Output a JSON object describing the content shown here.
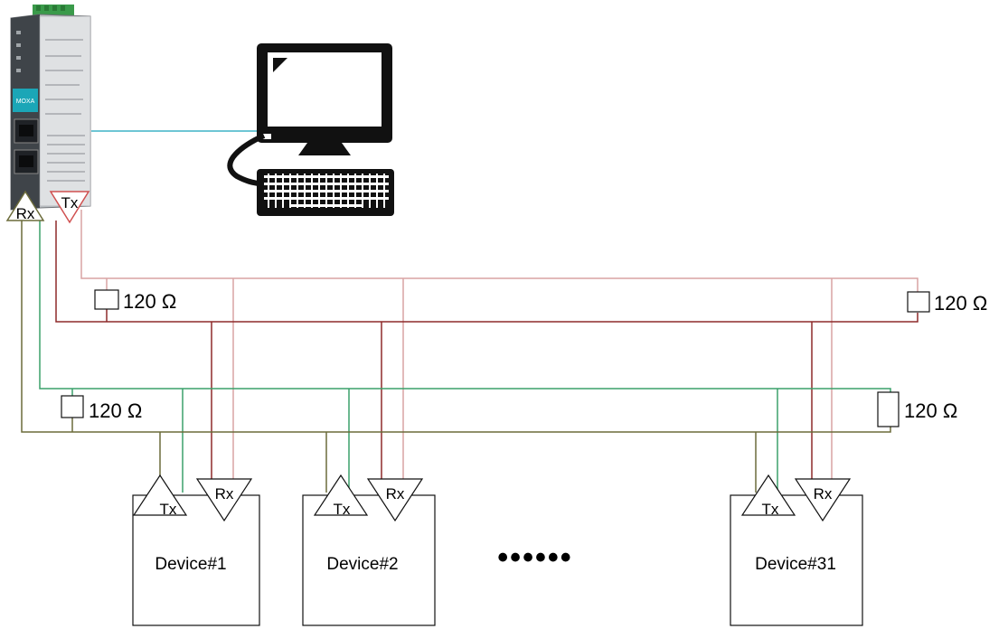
{
  "converter": {
    "brand": "MOXA",
    "tx_label": "Tx",
    "rx_label": "Rx"
  },
  "computer": {
    "icon": "desktop-computer-icon"
  },
  "terminators": [
    {
      "label": "120 Ω"
    },
    {
      "label": "120 Ω"
    },
    {
      "label": "120 Ω"
    },
    {
      "label": "120 Ω"
    }
  ],
  "devices": [
    {
      "name": "Device#1",
      "tx_label": "Tx",
      "rx_label": "Rx"
    },
    {
      "name": "Device#2",
      "tx_label": "Tx",
      "rx_label": "Rx"
    },
    {
      "name": "Device#31",
      "tx_label": "Tx",
      "rx_label": "Rx"
    }
  ],
  "ellipsis": "••••••",
  "colors": {
    "ethernet": "#3fb4c6",
    "tx_plus": "#8e2a2a",
    "tx_minus": "#d9a3a3",
    "rx_plus": "#3aa06a",
    "rx_minus": "#6b6b3a"
  }
}
